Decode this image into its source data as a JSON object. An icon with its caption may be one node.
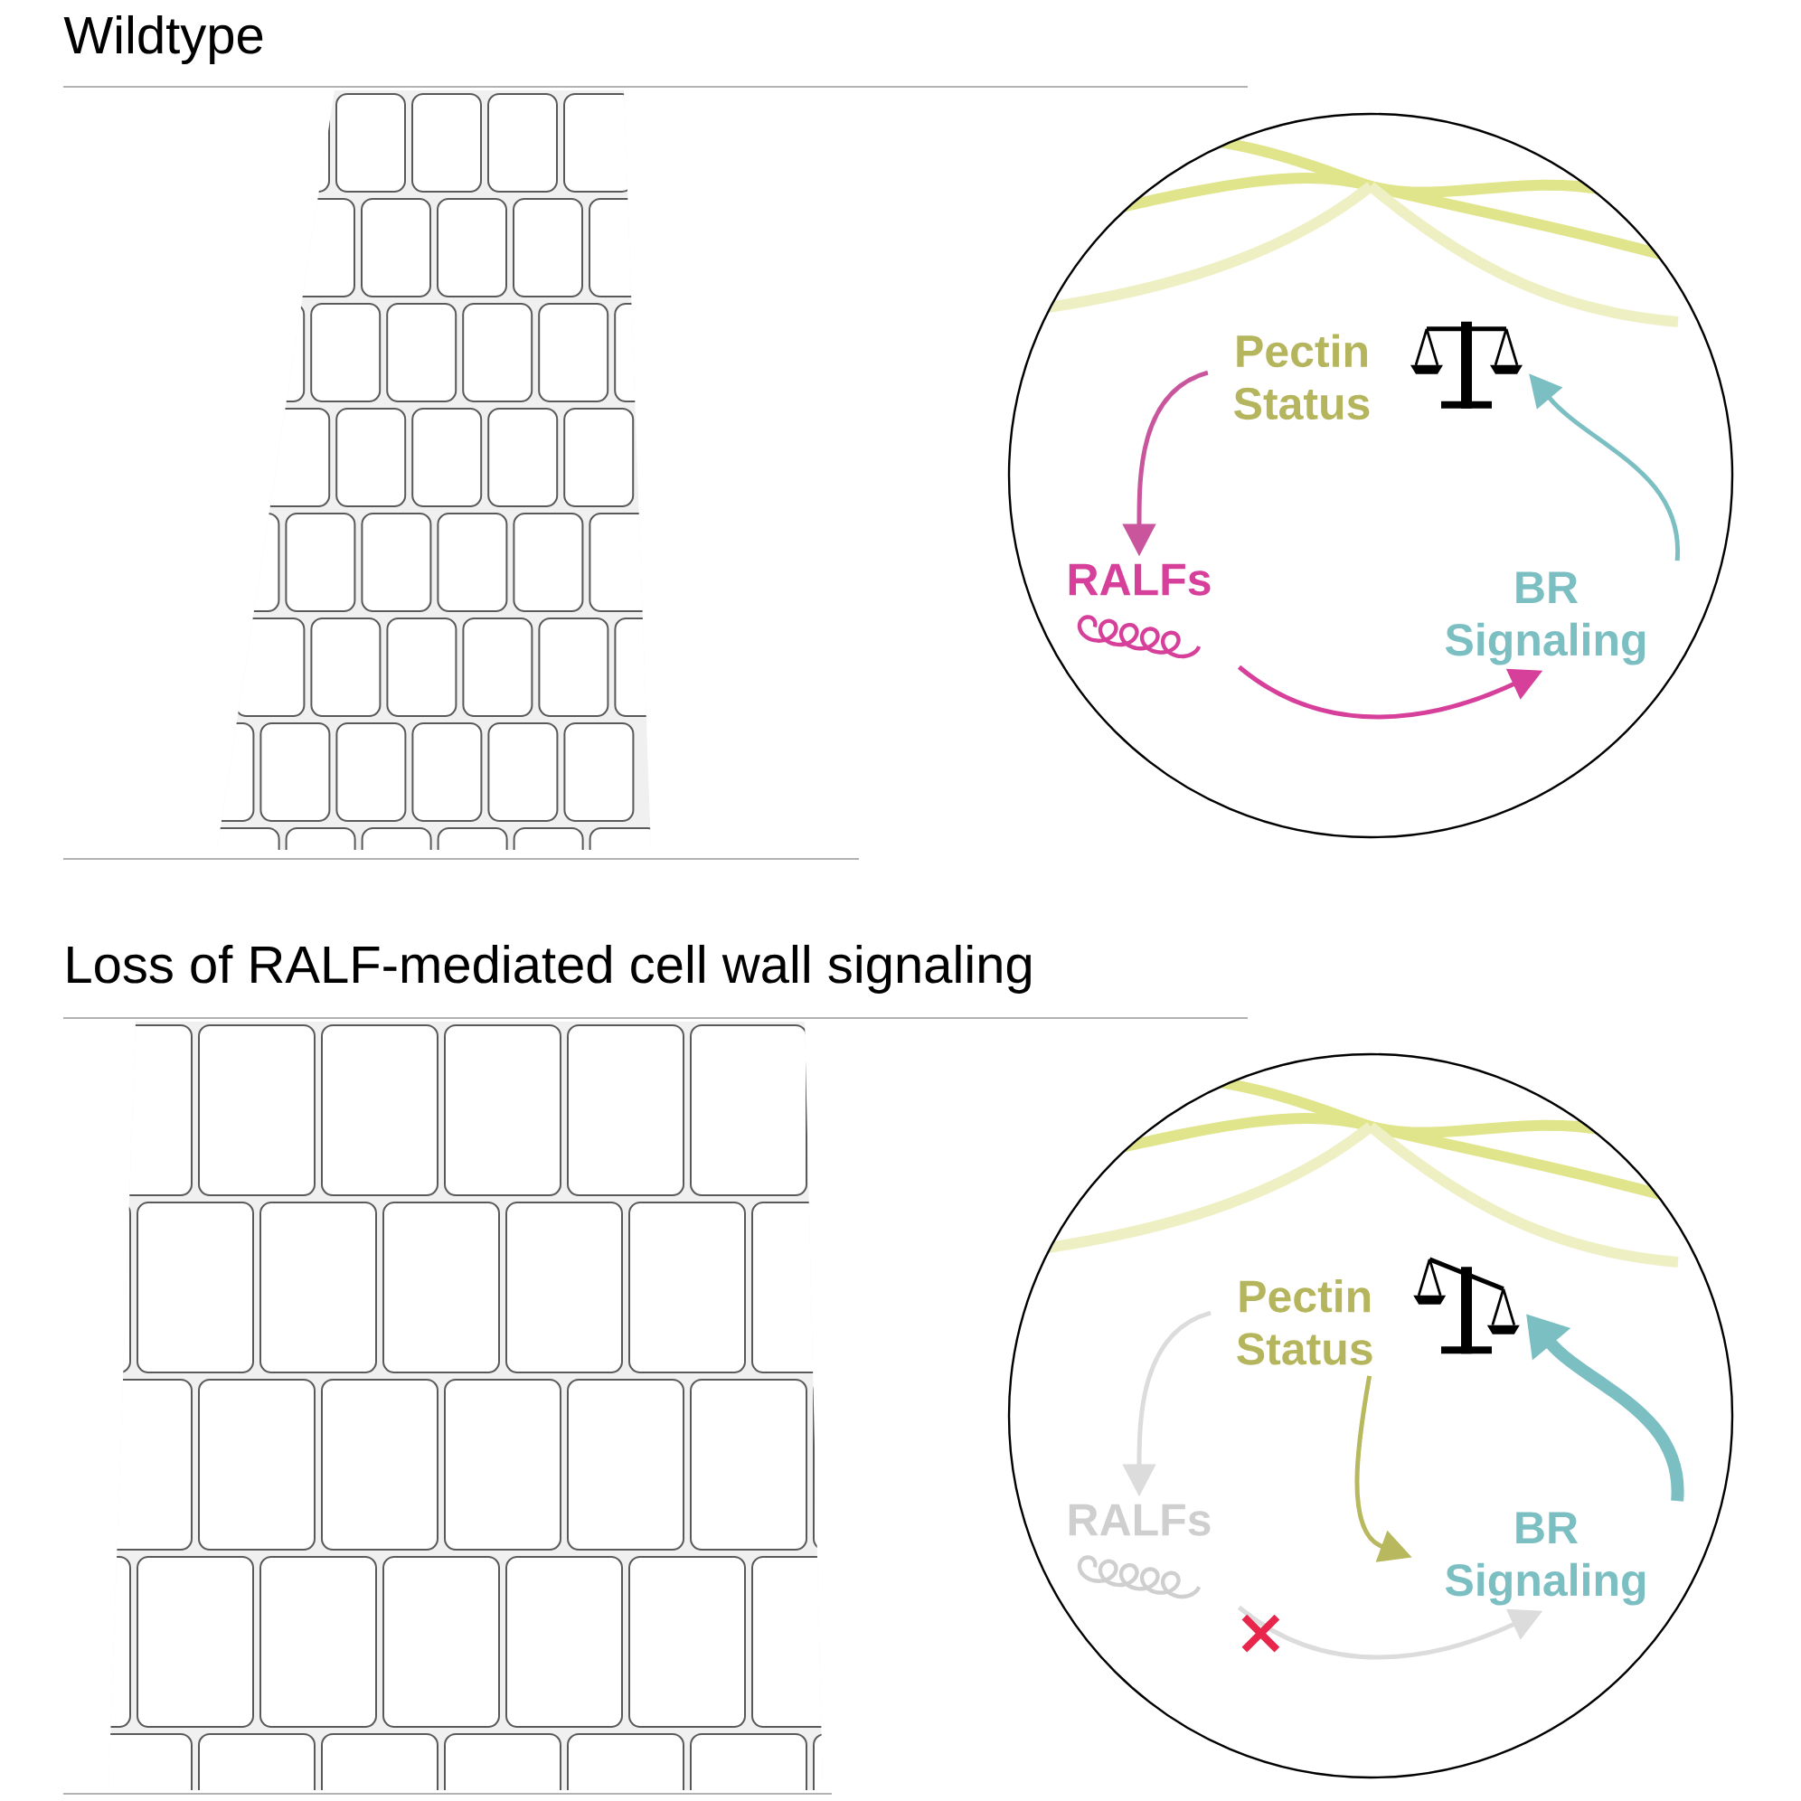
{
  "diagram": {
    "nodes": [
      {
        "text": [],
        "shape": "circle"
      },
      {
        "text": [
          "Pectin Status"
        ],
        "in": 0
      },
      {
        "text": [
          "RALFs"
        ],
        "in": 0
      },
      {
        "text": [
          "BR Signaling"
        ],
        "in": 0
      },
      {
        "text": [],
        "shape": "circle"
      },
      {
        "text": [
          "Pectin Status"
        ],
        "in": 4
      },
      {
        "text": [
          "RALFs"
        ],
        "in": 4
      },
      {
        "text": [
          "BR Signaling"
        ],
        "in": 4
      }
    ],
    "edges": [
      {
        "from": 1,
        "to": 2,
        "arrow": "to",
        "color": "#c9559c"
      },
      {
        "from": 2,
        "to": 3,
        "arrow": "to",
        "color": "#d6409a"
      },
      {
        "from": 3,
        "to": 1,
        "arrow": "to",
        "color": "#7cbfc3"
      },
      {
        "from": 5,
        "to": 6,
        "arrow": "to",
        "color": "#dcdcdc"
      },
      {
        "from": 6,
        "to": 7,
        "arrow": "to",
        "color": "#dcdcdc"
      },
      {
        "from": 5,
        "to": 7,
        "arrow": "to",
        "color": "#b8b85e"
      },
      {
        "from": 7,
        "to": 5,
        "arrow": "to",
        "style": "thick",
        "color": "#7cbfc3"
      }
    ],
    "labels": [
      "Wildtype",
      "Loss of RALF-mediated cell wall signaling"
    ]
  }
}
